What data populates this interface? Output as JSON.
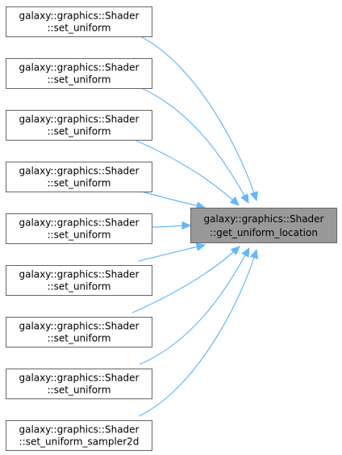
{
  "target": {
    "line1": "galaxy::graphics::Shader",
    "line2": "::get_uniform_location"
  },
  "callers": [
    {
      "line1": "galaxy::graphics::Shader",
      "line2": "::set_uniform"
    },
    {
      "line1": "galaxy::graphics::Shader",
      "line2": "::set_uniform"
    },
    {
      "line1": "galaxy::graphics::Shader",
      "line2": "::set_uniform"
    },
    {
      "line1": "galaxy::graphics::Shader",
      "line2": "::set_uniform"
    },
    {
      "line1": "galaxy::graphics::Shader",
      "line2": "::set_uniform"
    },
    {
      "line1": "galaxy::graphics::Shader",
      "line2": "::set_uniform"
    },
    {
      "line1": "galaxy::graphics::Shader",
      "line2": "::set_uniform"
    },
    {
      "line1": "galaxy::graphics::Shader",
      "line2": "::set_uniform"
    },
    {
      "line1": "galaxy::graphics::Shader",
      "line2": "::set_uniform_sampler2d"
    }
  ],
  "colors": {
    "edge": "#63b8ff",
    "node_border": "#666666",
    "target_fill": "#999999",
    "node_fill": "#ffffff"
  }
}
